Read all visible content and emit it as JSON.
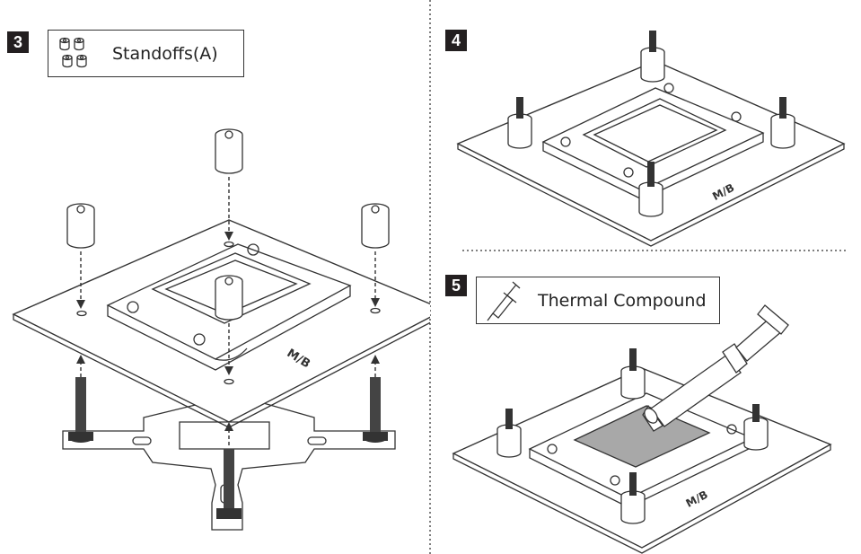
{
  "steps": [
    {
      "number": "3",
      "label": "Standoffs(A)"
    },
    {
      "number": "4",
      "label": ""
    },
    {
      "number": "5",
      "label": "Thermal Compound"
    }
  ],
  "board_marking": "M/B",
  "icons": {
    "standoffs": "standoffs-icon",
    "syringe": "syringe-icon"
  },
  "colors": {
    "line": "#333333",
    "badge": "#231f20",
    "compound": "#a8a8a8",
    "screw": "#444444"
  }
}
